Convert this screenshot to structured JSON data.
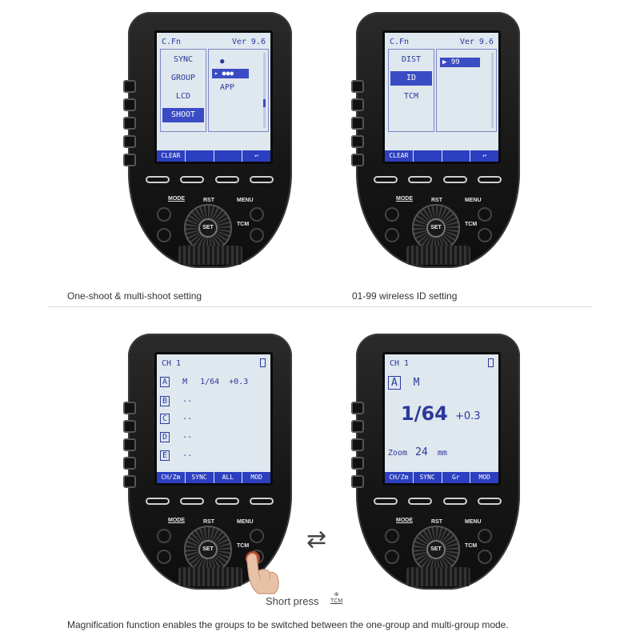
{
  "top_left": {
    "title": "C.Fn",
    "version": "Ver 9.6",
    "menu": [
      "SYNC",
      "GROUP",
      "LCD",
      "SHOOT"
    ],
    "sub_options": [
      "APP"
    ],
    "bottom": [
      "CLEAR",
      "",
      "",
      "↩"
    ],
    "caption": "One-shoot & multi-shoot setting"
  },
  "top_right": {
    "title": "C.Fn",
    "version": "Ver 9.6",
    "menu": [
      "DIST",
      "ID",
      "TCM"
    ],
    "id_value": "▶ 99",
    "bottom": [
      "CLEAR",
      "",
      "",
      "↩"
    ],
    "caption": "01-99 wireless ID setting"
  },
  "bottom_left": {
    "channel": "CH 1",
    "groups": [
      {
        "g": "A",
        "mode": "M",
        "value": "1/64  +0.3"
      },
      {
        "g": "B",
        "mode": "--",
        "value": ""
      },
      {
        "g": "C",
        "mode": "--",
        "value": ""
      },
      {
        "g": "D",
        "mode": "--",
        "value": ""
      },
      {
        "g": "E",
        "mode": "--",
        "value": ""
      }
    ],
    "bottom": [
      "CH/Zm",
      "SYNC",
      "ALL",
      "MOD"
    ]
  },
  "bottom_right": {
    "channel": "CH 1",
    "group": "A",
    "mode": "M",
    "power": "1/64",
    "comp": "+0.3",
    "zoom_label": "Zoom",
    "zoom_value": "24",
    "zoom_unit": "mm",
    "bottom": [
      "CH/Zm",
      "SYNC",
      "Gr",
      "MOD"
    ]
  },
  "device_labels": {
    "mode": "MODE",
    "rst": "RST",
    "menu": "MENU",
    "tcm": "TCM",
    "set": "SET"
  },
  "short_press": "Short press",
  "bottom_caption": "Magnification function enables the groups to be switched between the one-group and multi-group mode."
}
